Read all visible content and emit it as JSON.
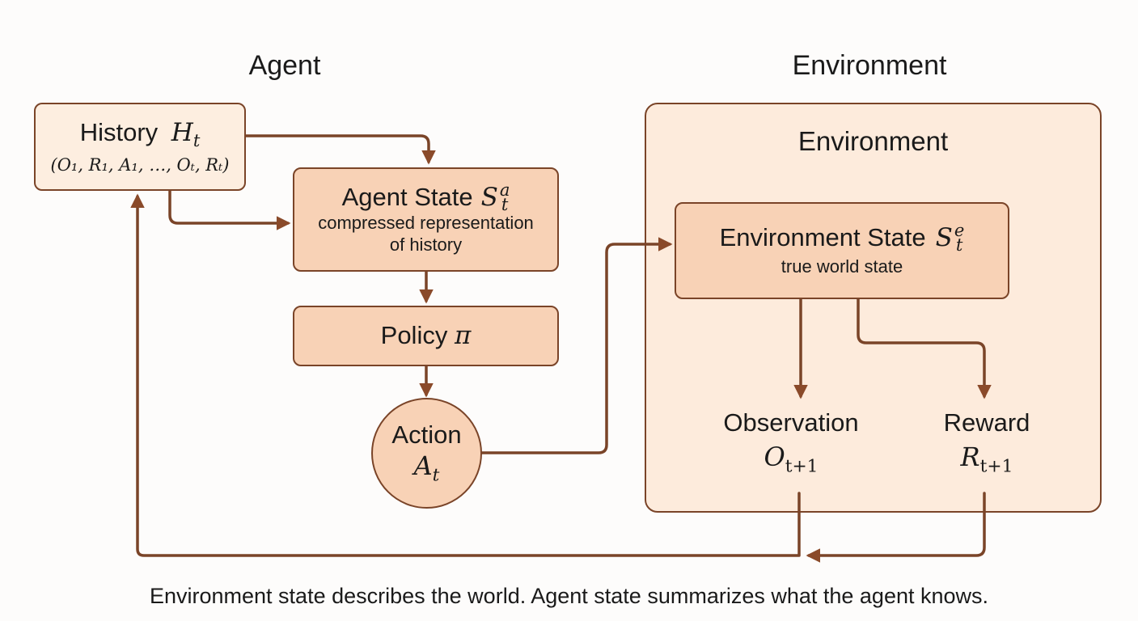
{
  "headings": {
    "agent": "Agent",
    "environment": "Environment"
  },
  "history": {
    "title": "History",
    "symbol": "H",
    "symbol_sub": "t",
    "sequence": "(O₁, R₁, A₁, …, Oₜ, Rₜ)"
  },
  "agent_state": {
    "title": "Agent State",
    "symbol": "S",
    "symbol_sup": "a",
    "symbol_sub": "t",
    "desc_line1": "compressed representation",
    "desc_line2": "of history"
  },
  "policy": {
    "title": "Policy",
    "symbol": "π"
  },
  "action": {
    "title": "Action",
    "symbol": "A",
    "symbol_sub": "t"
  },
  "environment_panel": {
    "title": "Environment"
  },
  "environment_state": {
    "title": "Environment State",
    "symbol": "S",
    "symbol_sup": "e",
    "symbol_sub": "t",
    "desc": "true world state"
  },
  "observation": {
    "title": "Observation",
    "symbol": "O",
    "symbol_sub": "t+1"
  },
  "reward": {
    "title": "Reward",
    "symbol": "R",
    "symbol_sub": "t+1"
  },
  "caption": "Environment state describes the world. Agent state summarizes what the agent knows.",
  "colors": {
    "stroke": "#7a4428",
    "box_light": "#fdeee0",
    "box_mid": "#f8d2b6",
    "panel": "#fdebdc"
  }
}
